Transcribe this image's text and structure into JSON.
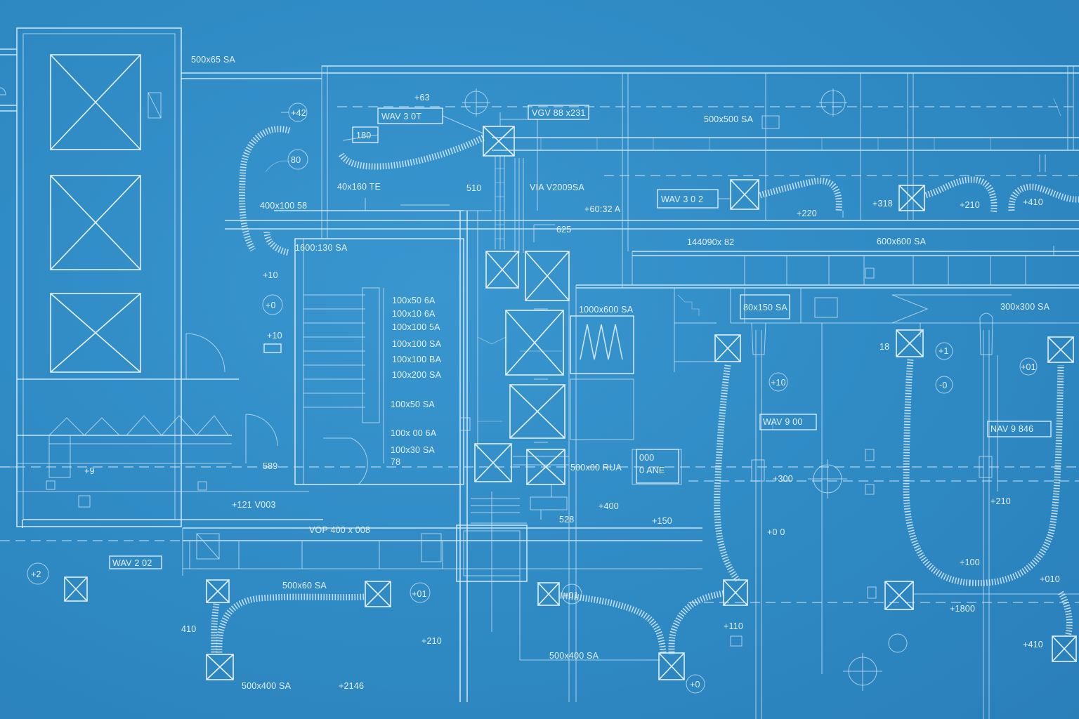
{
  "drawing": {
    "palette": {
      "background": "#2e8bc6",
      "line": "#d8ecf8"
    },
    "labels": {
      "l01": "500x65 SA",
      "l02": "+63",
      "l03": "WAV 3 0T",
      "l04": "VGV 88 x231",
      "l05": "500x500 SA",
      "l06": "+42",
      "l07": "180",
      "l08": "80",
      "l09": "40x160 TE",
      "l10": "510",
      "l11": "VIA V2009SA",
      "l12": "WAV 3 0 2",
      "l13": "+220",
      "l14": "+318",
      "l15": "+210",
      "l16": "+410",
      "l17": "400x100 58",
      "l18": "+60:32 A",
      "l19": "625",
      "l20": "1600:130 SA",
      "l21": "144090x 82",
      "l22": "600x600 SA",
      "l23": "+10",
      "l24": "+0",
      "l25": "100x50 6A",
      "l26": "100x10 6A",
      "l27": "100x100 5A",
      "l28": "100x100 SA",
      "l29": "100x100 BA",
      "l30": "100x200 SA",
      "l31": "1000x600 SA",
      "l32": "80x150 SA",
      "l33": "300x300 SA",
      "l34": "+10",
      "l35": "18",
      "l36": "+1",
      "l37": "+01",
      "l38": "+10",
      "l39": "-0",
      "l40": "100x50 SA",
      "l41": "WAV 9 00",
      "l42": "NAV 9 846",
      "l43": "100x 00 6A",
      "l44": "100x30 SA",
      "l45": "78",
      "l46": "+9",
      "l47": "589",
      "l48": "500x00 RUA",
      "l49": "000",
      "l50": "0 ANE",
      "l51": "+300",
      "l52": "+210",
      "l53": "+121 V003",
      "l54": "+400",
      "l55": "528",
      "l56": "+150",
      "l57": "+0 0",
      "l58": "VOP 400 x 008",
      "l59": "WAV 2 02",
      "l60": "+2",
      "l61": "+100",
      "l62": "+010",
      "l63": "500x60 SA",
      "l64": "+01",
      "l65": "+01",
      "l66": "+1800",
      "l67": "410",
      "l68": "+110",
      "l69": "+210",
      "l70": "500x400 SA",
      "l71": "+410",
      "l72": "500x400 SA",
      "l73": "+2146",
      "l74": "+0"
    }
  }
}
